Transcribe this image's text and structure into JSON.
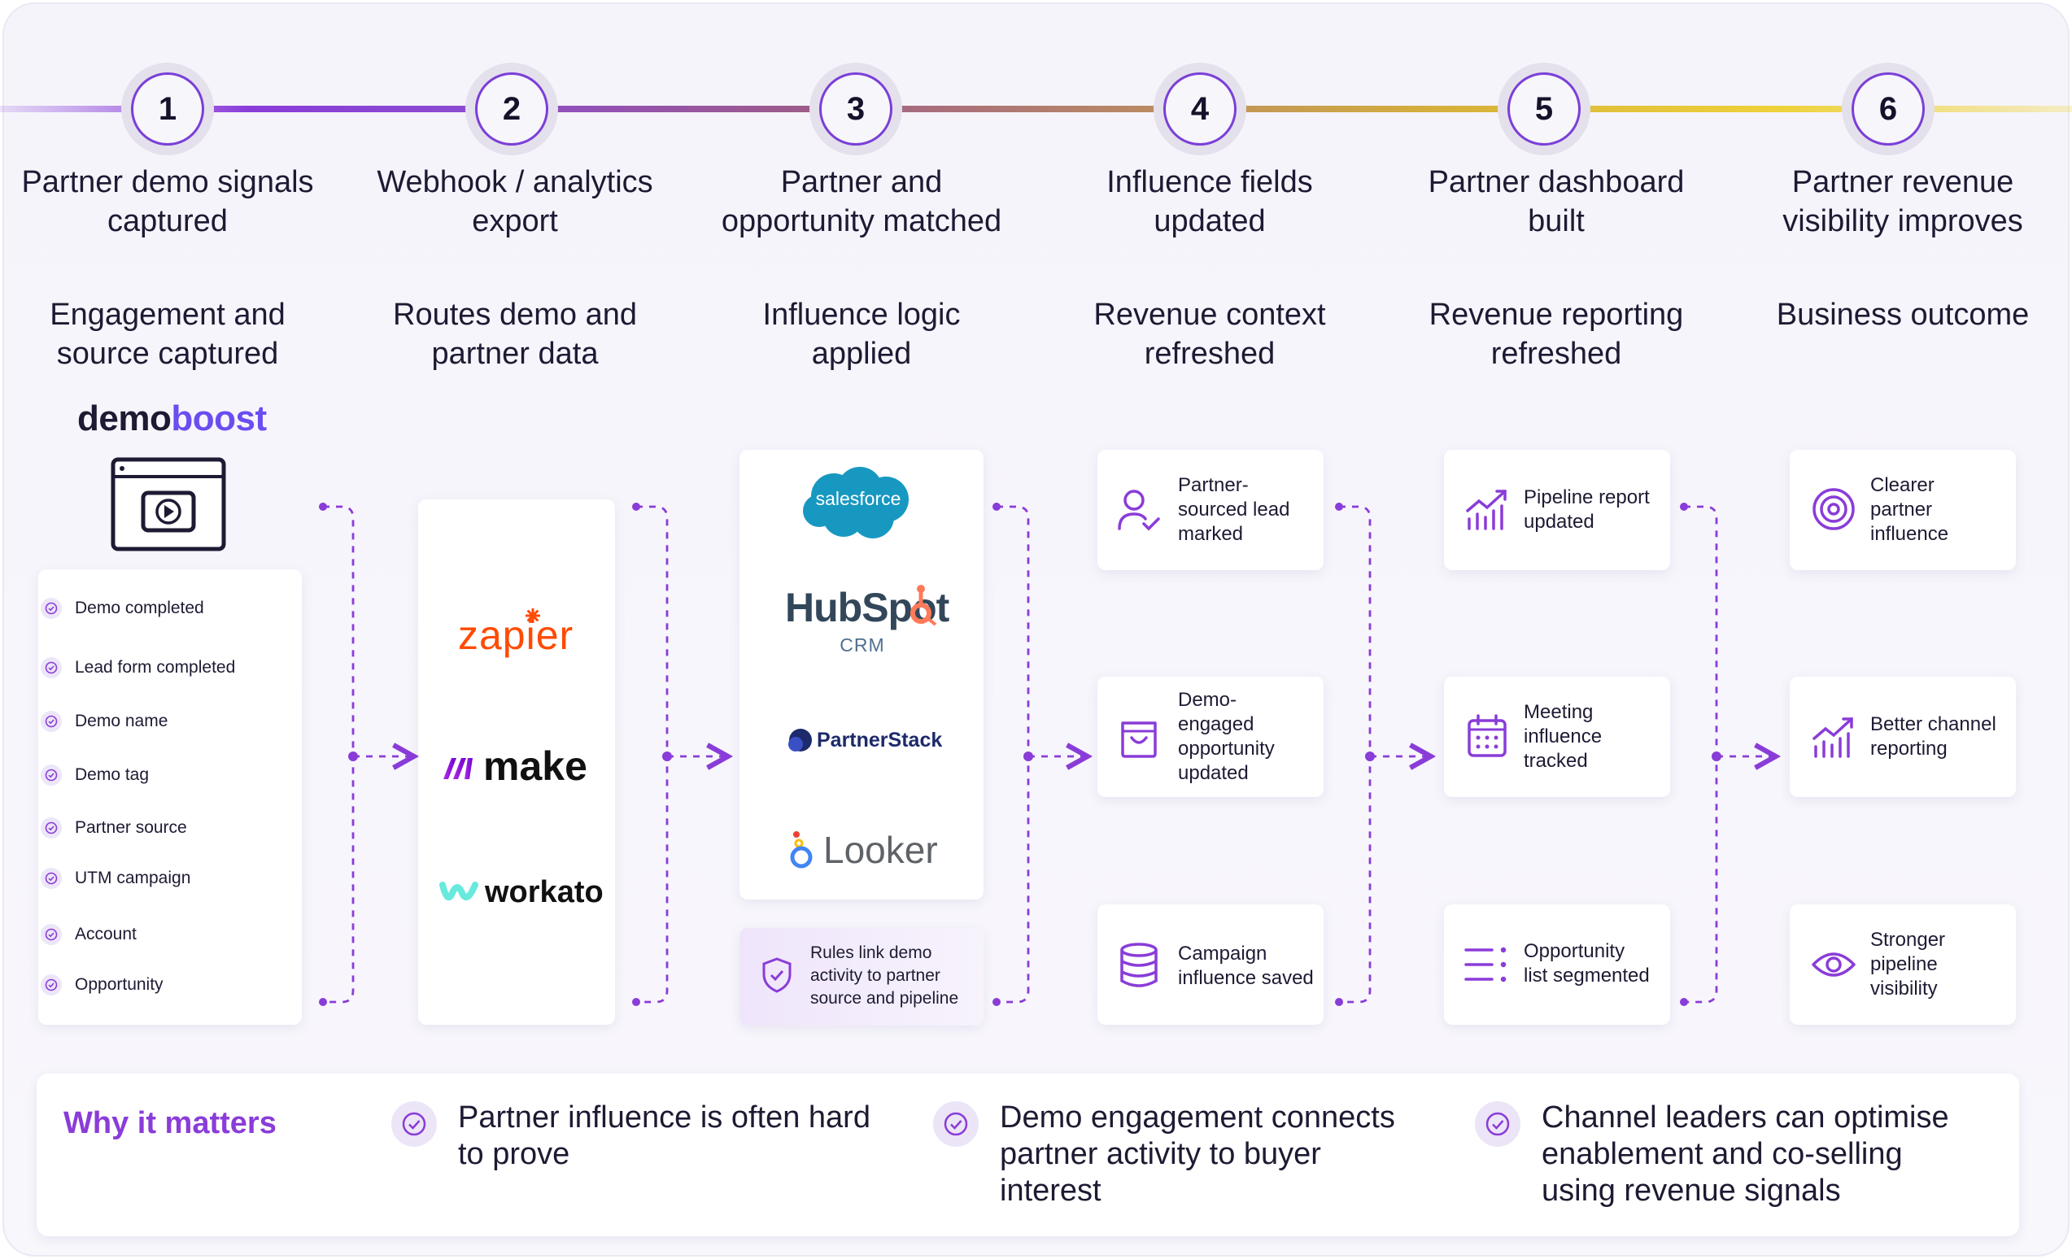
{
  "steps": [
    {
      "num": "1",
      "title_l1": "Partner demo signals",
      "title_l2": "captured",
      "sub_l1": "Engagement and",
      "sub_l2": "source captured"
    },
    {
      "num": "2",
      "title_l1": "Webhook / analytics",
      "title_l2": "export",
      "sub_l1": "Routes demo and",
      "sub_l2": "partner data"
    },
    {
      "num": "3",
      "title_l1": "Partner and",
      "title_l2": "opportunity matched",
      "sub_l1": "Influence logic",
      "sub_l2": "applied"
    },
    {
      "num": "4",
      "title_l1": "Influence fields",
      "title_l2": "updated",
      "sub_l1": "Revenue context",
      "sub_l2": "refreshed"
    },
    {
      "num": "5",
      "title_l1": "Partner dashboard",
      "title_l2": "built",
      "sub_l1": "Revenue reporting",
      "sub_l2": "refreshed"
    },
    {
      "num": "6",
      "title_l1": "Partner revenue",
      "title_l2": "visibility improves",
      "sub_l1": "Business outcome",
      "sub_l2": ""
    }
  ],
  "demoboost": {
    "logo_part1": "demo",
    "logo_part2": "boost"
  },
  "checklist": [
    "Demo completed",
    "Lead form completed",
    "Demo name",
    "Demo tag",
    "Partner source",
    "UTM campaign",
    "Account",
    "Opportunity"
  ],
  "integrations": {
    "zapier": "zapier",
    "make": "make",
    "workato": "workato"
  },
  "crm": {
    "salesforce": "salesforce",
    "hubspot": "HubSpot",
    "hubspot_sub": "CRM",
    "partnerstack": "PartnerStack",
    "looker": "Looker"
  },
  "rules_card": {
    "l1": "Rules link demo",
    "l2": "activity to partner",
    "l3": "source and pipeline"
  },
  "col4": [
    {
      "lines": [
        "Partner-",
        "sourced lead",
        "marked"
      ],
      "icon": "user-check-icon"
    },
    {
      "lines": [
        "Demo-",
        "engaged",
        "opportunity",
        "updated"
      ],
      "icon": "shopping-bag-icon"
    },
    {
      "lines": [
        "Campaign",
        "influence saved"
      ],
      "icon": "database-icon"
    }
  ],
  "col5": [
    {
      "lines": [
        "Pipeline report",
        "updated"
      ],
      "icon": "bar-chart-trend-icon"
    },
    {
      "lines": [
        "Meeting",
        "influence",
        "tracked"
      ],
      "icon": "calendar-icon"
    },
    {
      "lines": [
        "Opportunity",
        "list segmented"
      ],
      "icon": "list-icon"
    }
  ],
  "col6": [
    {
      "lines": [
        "Clearer",
        "partner",
        "influence"
      ],
      "icon": "target-icon"
    },
    {
      "lines": [
        "Better channel",
        "reporting"
      ],
      "icon": "bar-chart-trend-icon"
    },
    {
      "lines": [
        "Stronger",
        "pipeline",
        "visibility"
      ],
      "icon": "eye-icon"
    }
  ],
  "why": {
    "heading": "Why it matters",
    "items": [
      {
        "l1": "Partner influence is often hard",
        "l2": "to prove",
        "l3": ""
      },
      {
        "l1": "Demo engagement connects",
        "l2": "partner activity to buyer",
        "l3": "interest"
      },
      {
        "l1": "Channel leaders can optimise",
        "l2": "enablement and co-selling",
        "l3": "using revenue signals"
      }
    ]
  },
  "colors": {
    "accent": "#7b3fd8",
    "dashed": "#8a3cd8",
    "zapier": "#ff4a00",
    "salesforce": "#1798c1",
    "hubspot": "#ff7a59"
  }
}
